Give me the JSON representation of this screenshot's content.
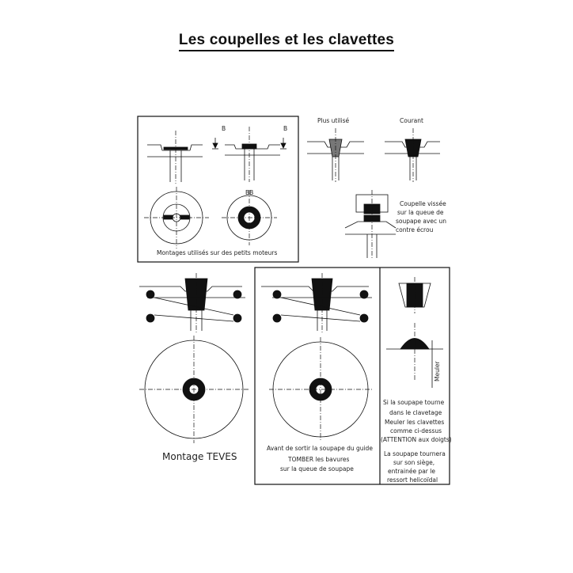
{
  "title": "Les coupelles et les clavettes",
  "labels": {
    "b_left": "B",
    "b_right": "B",
    "bb": "BB",
    "montages_petits": "Montages utilisés sur des petits moteurs",
    "plus_utilise": "Plus utilisé",
    "courant": "Courant",
    "coupelle_vissee_1": "Coupelle vissée",
    "coupelle_vissee_2": "sur la queue de",
    "coupelle_vissee_3": "soupape avec un",
    "coupelle_vissee_4": "contre écrou",
    "montage_teves": "Montage TEVES",
    "avant_sortir_1": "Avant de sortir la soupape du guide",
    "avant_sortir_2": "TOMBER les bavures",
    "avant_sortir_3": "sur la queue de soupape",
    "meuler_vertical": "Meuler",
    "si_soupape_1": "Si la soupape tourne",
    "si_soupape_2": "dans le clavetage",
    "si_soupape_3": "Meuler les clavettes",
    "si_soupape_4": "comme ci-dessus",
    "si_soupape_5": "(ATTENTION aux doigts)",
    "soupape_tournera_1": "La soupape tournera",
    "soupape_tournera_2": "sur son siège,",
    "soupape_tournera_3": "entrainée par le",
    "soupape_tournera_4": "ressort helicoïdal"
  }
}
